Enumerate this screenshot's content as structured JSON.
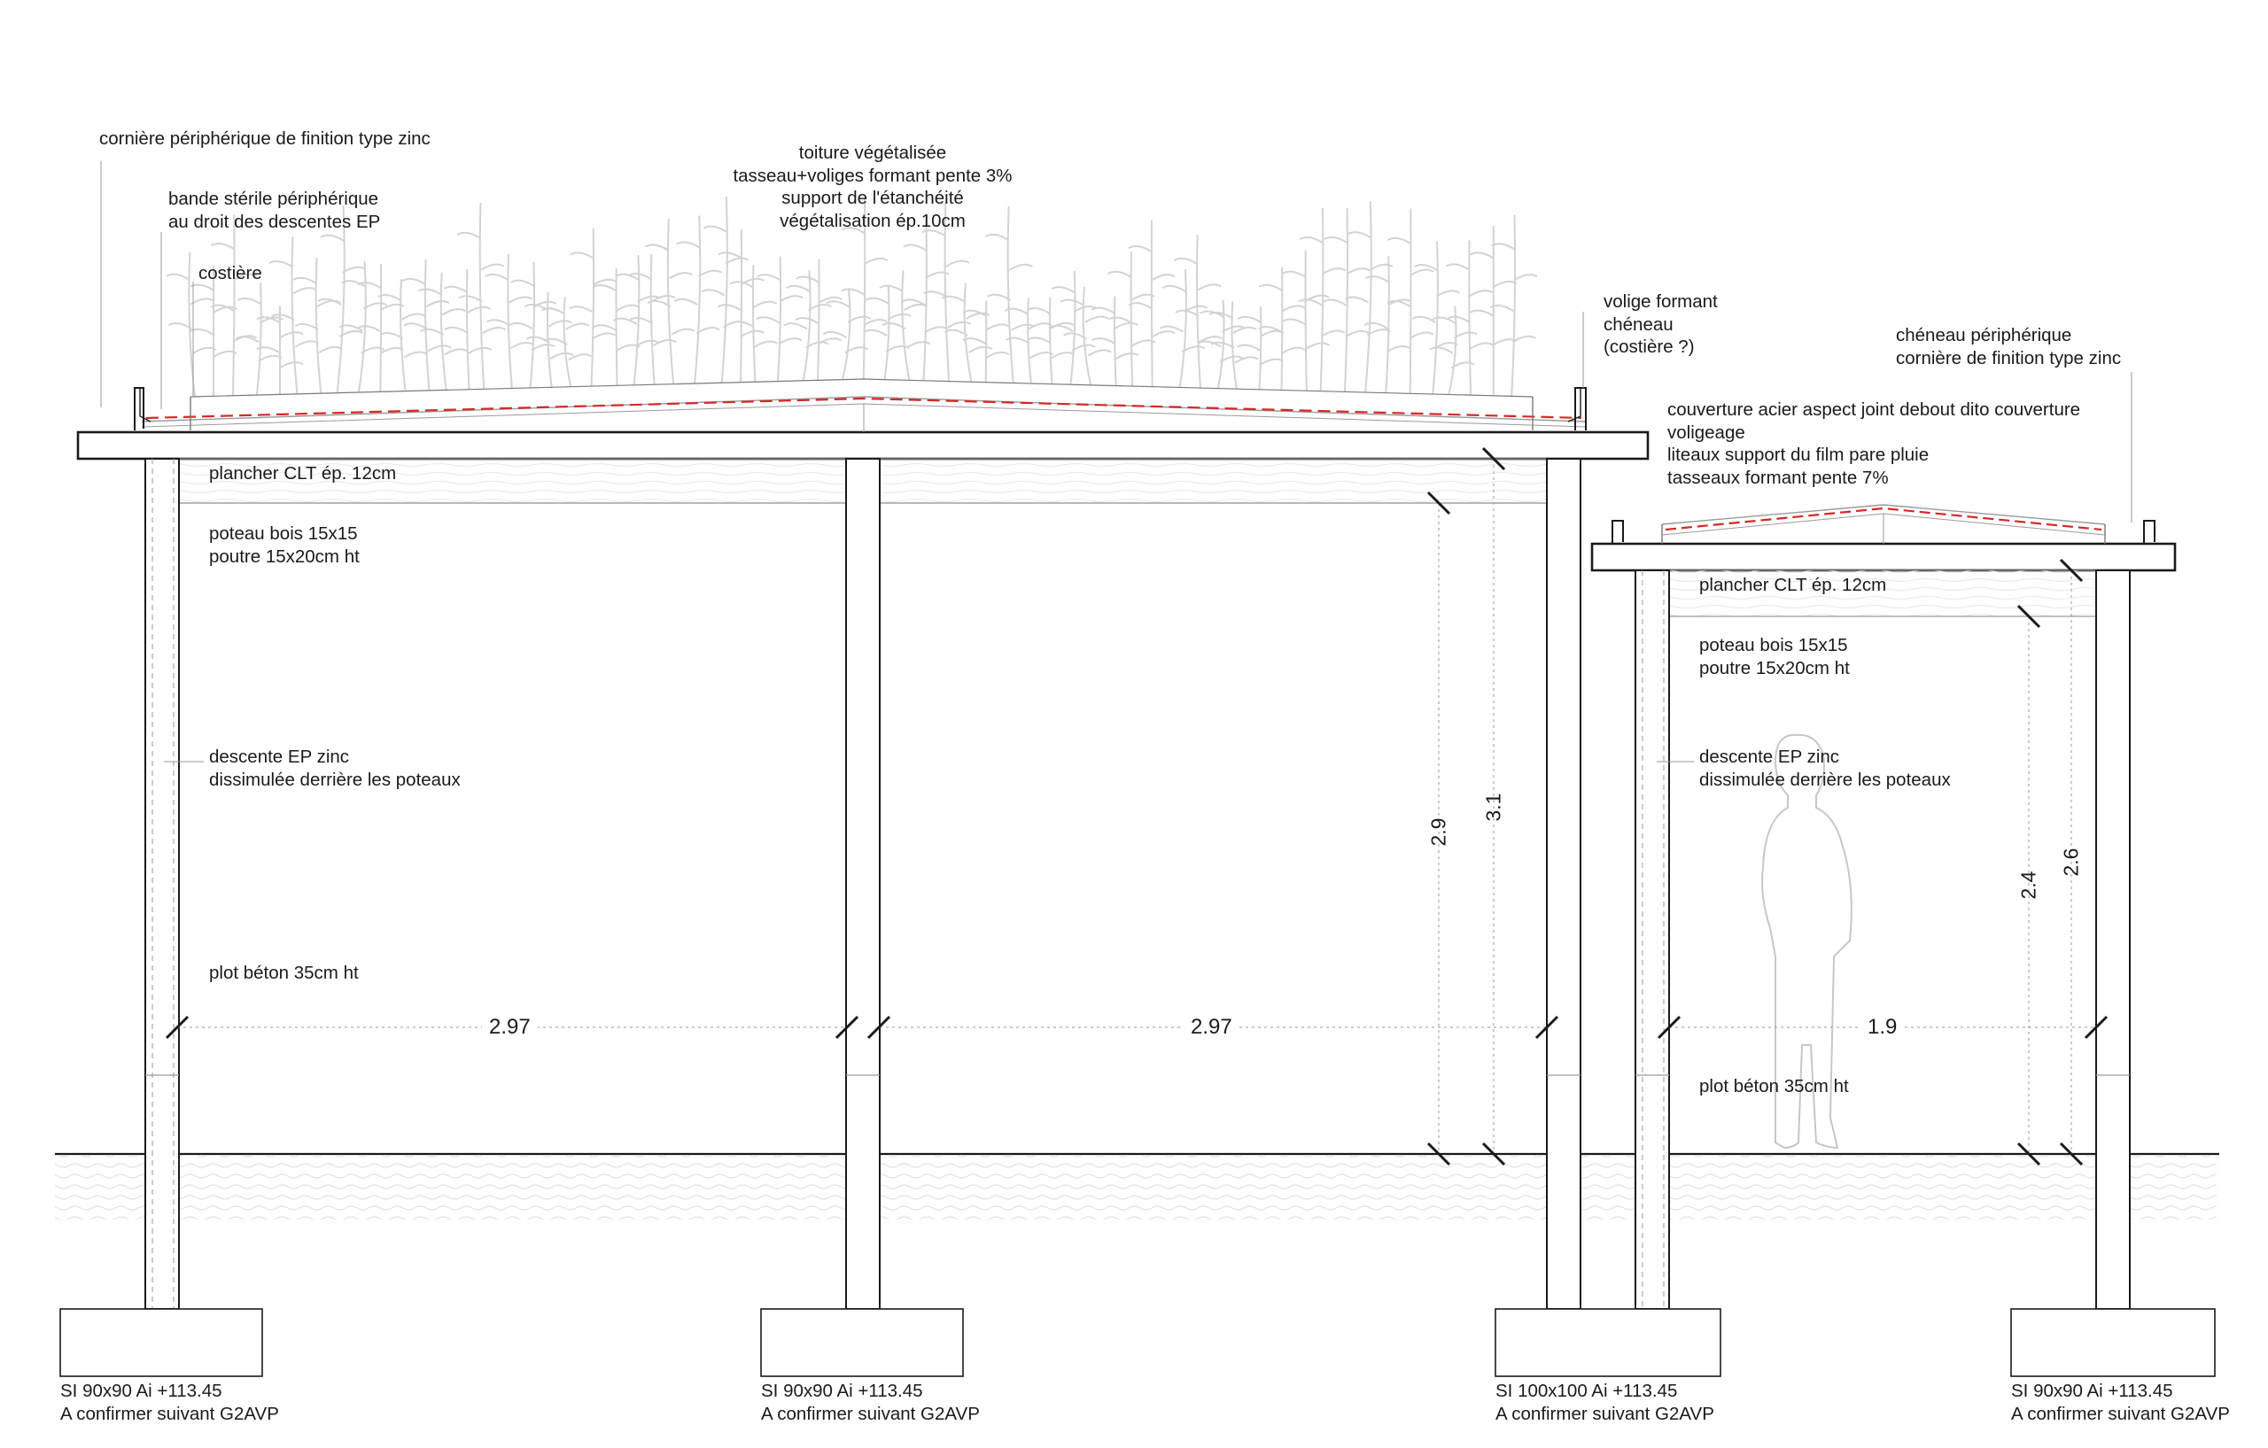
{
  "annotations": {
    "corniere_finition": "cornière périphérique de finition type zinc",
    "bande_sterile": "bande stérile périphérique\nau droit des descentes EP",
    "costiere": "costière",
    "toiture_vegetalisee": "toiture végétalisée\ntasseau+voliges formant pente 3%\nsupport de l'étanchéité\nvégétalisation ép.10cm",
    "volige_cheneau": "volige formant\nchéneau\n(costière ?)",
    "cheneau_peripherique": "chéneau périphérique\ncornière de finition type zinc",
    "couverture_acier": "couverture acier aspect joint debout dito couverture\nvoligeage\nliteaux support du film pare pluie\ntasseaux formant pente 7%",
    "left_plancher": "plancher CLT ép. 12cm",
    "left_poteau": "poteau bois 15x15\npoutre 15x20cm ht",
    "left_descente": "descente EP zinc\ndissimulée derrière les poteaux",
    "left_plot": "plot béton 35cm ht",
    "right_plancher": "plancher CLT ép. 12cm",
    "right_poteau": "poteau bois 15x15\npoutre 15x20cm ht",
    "right_descente": "descente EP zinc\ndissimulée derrière les poteaux",
    "right_plot": "plot béton 35cm ht"
  },
  "dimensions": {
    "span_1": "2.97",
    "span_2": "2.97",
    "span_3": "1.9",
    "height_2_9": "2.9",
    "height_3_1": "3.1",
    "height_2_4": "2.4",
    "height_2_6": "2.6"
  },
  "foundations": [
    {
      "spec": "SI 90x90 Ai +113.45",
      "note": "A confirmer suivant G2AVP"
    },
    {
      "spec": "SI 90x90 Ai +113.45",
      "note": "A confirmer suivant G2AVP"
    },
    {
      "spec": "SI 100x100 Ai +113.45",
      "note": "A confirmer suivant G2AVP"
    },
    {
      "spec": "SI 90x90 Ai +113.45",
      "note": "A confirmer suivant G2AVP"
    }
  ],
  "colors": {
    "line": "#1a1a1a",
    "thin_line": "#9a9a9a",
    "vegetation": "#d6d6d6",
    "waterproofing_red": "#d62828",
    "soil_hatch": "#e6e6e6"
  }
}
